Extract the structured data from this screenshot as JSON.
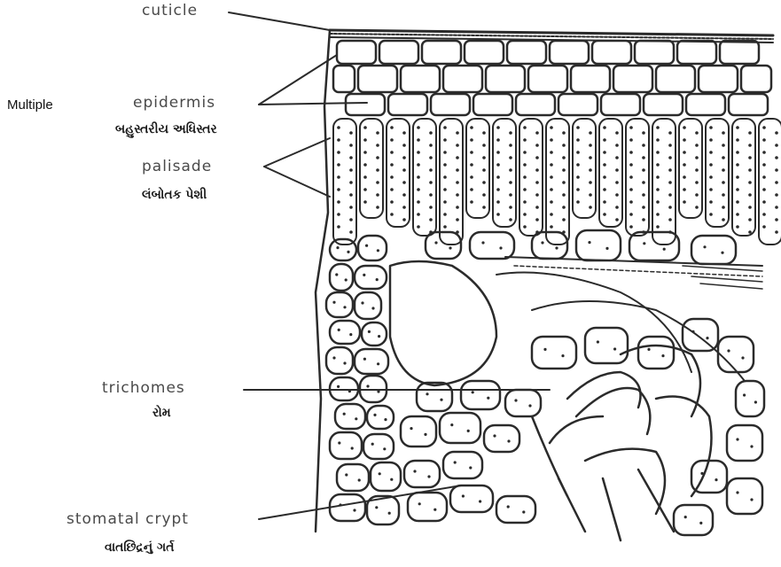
{
  "side_label": "Multiple",
  "labels": {
    "cuticle": "cuticle",
    "epidermis": "epidermis",
    "epidermis_gu": "બહુસ્તરીય અધિસ્તર",
    "palisade": "palisade",
    "palisade_gu": "લંબોતક પેશી",
    "trichomes": "trichomes",
    "trichomes_gu": "રોમ",
    "stomatal_crypt": "stomatal crypt",
    "stomatal_crypt_gu": "વાતછિદ્રનું ગર્ત"
  },
  "colors": {
    "ink": "#2b2b2b",
    "background": "#ffffff"
  }
}
